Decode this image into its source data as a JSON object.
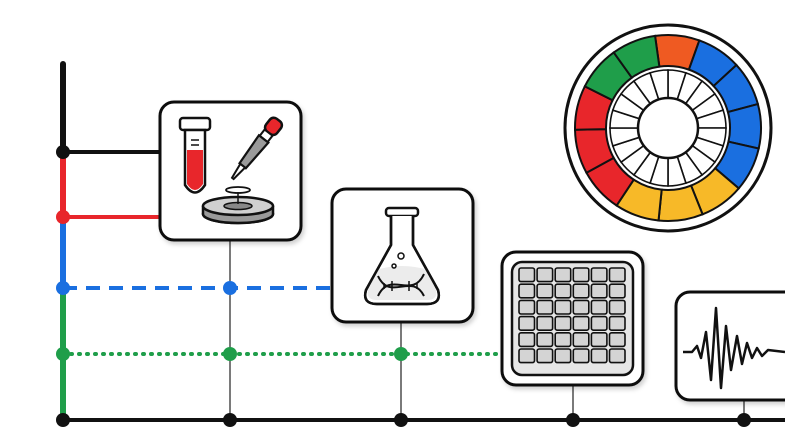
{
  "colors": {
    "black": "#111111",
    "red": "#e8262b",
    "blue": "#1a6fe0",
    "green": "#1f9e4a",
    "yellow": "#f7b928",
    "orange": "#ef5a22",
    "card_border": "#111111",
    "card_fill": "#ffffff",
    "grid_cell": "#d4d4d4"
  },
  "icons": [
    "sample-tube-and-pipette-icon",
    "flask-with-dna-icon",
    "well-plate-grid-icon",
    "waveform-signal-icon",
    "segmented-ring-chart-icon"
  ],
  "ring_chart": {
    "outer_segments": [
      {
        "color": "orange",
        "value": 1
      },
      {
        "color": "blue",
        "value": 4
      },
      {
        "color": "yellow",
        "value": 3
      },
      {
        "color": "red",
        "value": 3
      },
      {
        "color": "green",
        "value": 2
      }
    ]
  }
}
